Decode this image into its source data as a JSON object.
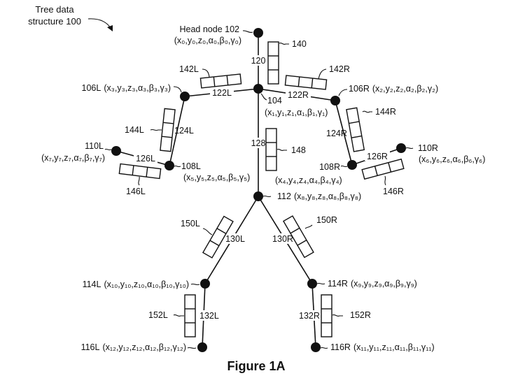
{
  "title": {
    "line1": "Tree data",
    "line2": "structure 100"
  },
  "figure_caption": "Figure 1A",
  "nodes": {
    "head": {
      "ref": "Head node 102",
      "coords": "(x₀,y₀,z₀,α₀,β₀,γ₀)"
    },
    "n104": {
      "ref": "104",
      "coords": "(x₁,y₁,z₁,α₁,β₁,γ₁)"
    },
    "n106L": {
      "ref": "106L",
      "coords": "(x₃,y₃,z₃,α₃,β₃,γ₃)"
    },
    "n106R": {
      "ref": "106R",
      "coords": "(x₂,y₂,z₂,α₂,β₂,γ₂)"
    },
    "n108L": {
      "ref": "108L",
      "coords": "(x₅,y₅,z₅,α₅,β₅,γ₅)"
    },
    "n108R": {
      "ref": "108R",
      "coords": "(x₄,y₄,z₄,α₄,β₄,γ₄)"
    },
    "n110L": {
      "ref": "110L",
      "coords": "(x₇,y₇,z₇,α₇,β₇,γ₇)"
    },
    "n110R": {
      "ref": "110R",
      "coords": "(x₆,y₆,z₆,α₆,β₆,γ₆)"
    },
    "n112": {
      "ref": "112",
      "coords": "(x₈,y₈,z₈,α₈,β₈,γ₈)"
    },
    "n114L": {
      "ref": "114L",
      "coords": "(x₁₀,y₁₀,z₁₀,α₁₀,β₁₀,γ₁₀)"
    },
    "n114R": {
      "ref": "114R",
      "coords": "(x₉,y₉,z₉,α₉,β₉,γ₉)"
    },
    "n116L": {
      "ref": "116L",
      "coords": "(x₁₂,y₁₂,z₁₂,α₁₂,β₁₂,γ₁₂)"
    },
    "n116R": {
      "ref": "116R",
      "coords": "(x₁₁,y₁₁,z₁₁,α₁₁,β₁₁,γ₁₁)"
    }
  },
  "edges": {
    "e120": "120",
    "e122L": "122L",
    "e122R": "122R",
    "e124L": "124L",
    "e124R": "124R",
    "e126L": "126L",
    "e126R": "126R",
    "e128": "128",
    "e130L": "130L",
    "e130R": "130R",
    "e132L": "132L",
    "e132R": "132R"
  },
  "data_blocks": {
    "b140": "140",
    "b142L": "142L",
    "b142R": "142R",
    "b144L": "144L",
    "b144R": "144R",
    "b146L": "146L",
    "b146R": "146R",
    "b148": "148",
    "b150L": "150L",
    "b150R": "150R",
    "b152L": "152L",
    "b152R": "152R"
  }
}
